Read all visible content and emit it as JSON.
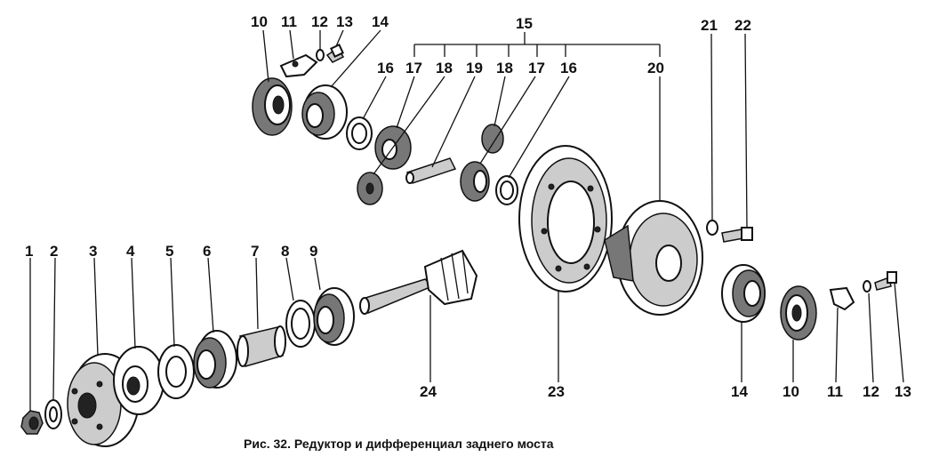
{
  "labels": {
    "l1": "1",
    "l2": "2",
    "l3": "3",
    "l4": "4",
    "l5": "5",
    "l6": "6",
    "l7": "7",
    "l8": "8",
    "l9": "9",
    "l10a": "10",
    "l11a": "11",
    "l12a": "12",
    "l13a": "13",
    "l14a": "14",
    "l15": "15",
    "l16a": "16",
    "l17a": "17",
    "l18a": "18",
    "l19": "19",
    "l18b": "18",
    "l17b": "17",
    "l16b": "16",
    "l20": "20",
    "l21": "21",
    "l22": "22",
    "l24": "24",
    "l23": "23",
    "l14b": "14",
    "l10b": "10",
    "l11b": "11",
    "l12b": "12",
    "l13b": "13"
  },
  "caption": "Рис. 32. Редуктор и дифференциал заднего моста"
}
